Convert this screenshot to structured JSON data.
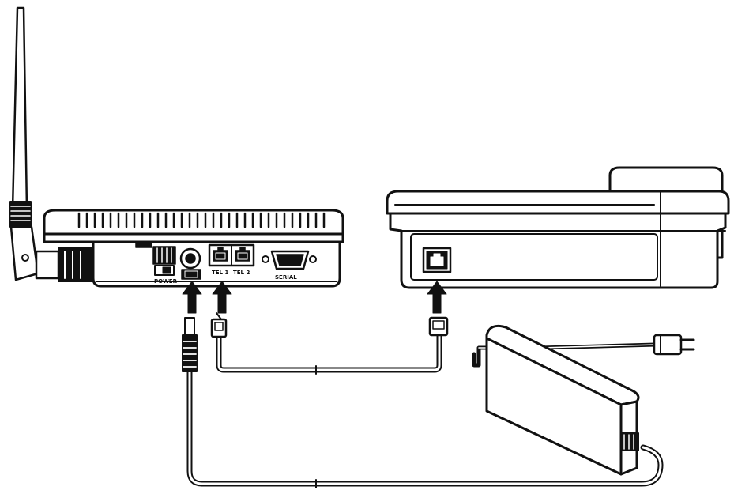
{
  "labels": {
    "power": "POWER",
    "tel1": "TEL 1",
    "tel2": "TEL 2",
    "serial": "SERIAL"
  },
  "colors": {
    "stroke": "#111111",
    "background": "#ffffff",
    "fill": "#ffffff"
  },
  "icons": [
    "antenna-icon",
    "arrow-up-icon",
    "plug-icon",
    "rj11-connector-icon"
  ]
}
